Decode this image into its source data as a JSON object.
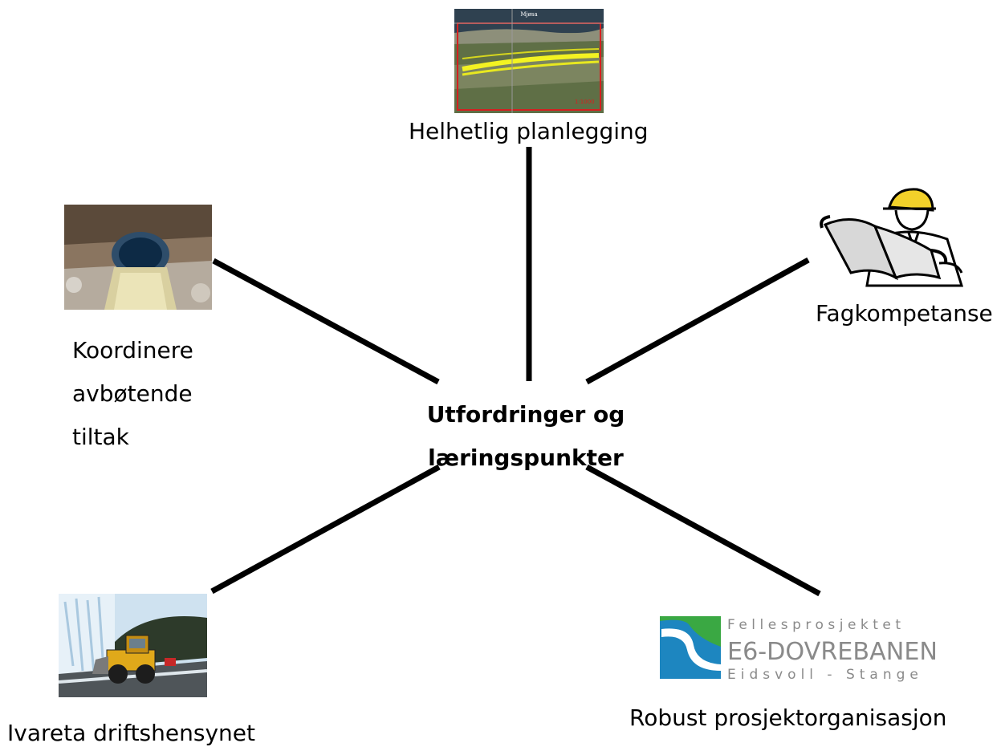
{
  "center": {
    "line1": "Utfordringer og",
    "line2": "læringspunkter"
  },
  "nodes": {
    "top": {
      "label": "Helhetlig planlegging",
      "image": "aerial-map",
      "map_caption": "Mjøsa",
      "map_corner": "1:1000"
    },
    "upper_right": {
      "label": "Fagkompetanse",
      "image": "engineer-reading-plans"
    },
    "upper_left": {
      "lines": [
        "Koordinere",
        "avbøtende",
        "tiltak"
      ],
      "image": "culvert-pipe-water"
    },
    "lower_left": {
      "label": "Ivareta driftshensynet",
      "image": "wheel-loader-snow"
    },
    "lower_right": {
      "label": "Robust prosjektorganisasjon",
      "logo": {
        "top": "Fellesprosjektet",
        "main": "E6-DOVREBANEN",
        "bottom": "Eidsvoll - Stange"
      }
    }
  },
  "colors": {
    "connector": "#000000",
    "logo_blue": "#1d86c0",
    "logo_green": "#3aa843",
    "logo_text": "#8a8a8a"
  }
}
